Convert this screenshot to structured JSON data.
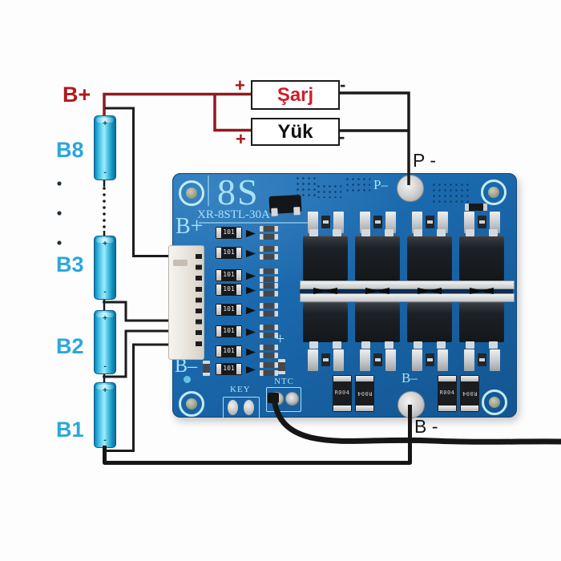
{
  "left_labels": {
    "pack_plus": "B+",
    "cells": [
      "B8",
      "B3",
      "B2",
      "B1"
    ]
  },
  "battery": {
    "plus": "+",
    "minus": "-"
  },
  "terminals": {
    "charge": {
      "name": "Şarj",
      "plus": "+",
      "minus": "-"
    },
    "load": {
      "name": "Yük",
      "plus": "+",
      "minus": "-"
    },
    "pack_minus_label": "P -",
    "batt_minus_label": "B -"
  },
  "pcb": {
    "cell_count": "8S",
    "model": "XR-8STL-30A",
    "silk_b_plus": "B+",
    "silk_p_minus": "P–",
    "silk_b_minus": "B–",
    "silk_b_minus_bottom": "B–",
    "silk_plus": "+",
    "silk_key": "KEY",
    "silk_ntc": "NTC",
    "balance_resistor": "101",
    "sense_resistor": "R004"
  },
  "colors": {
    "wire_red": "#8e1b21",
    "label_red": "#b2181d",
    "charge_text": "#ce2028",
    "cell_label": "#2aa7dc",
    "board_blue": "#1a67ab",
    "silkscreen": "#a7e2f8"
  }
}
